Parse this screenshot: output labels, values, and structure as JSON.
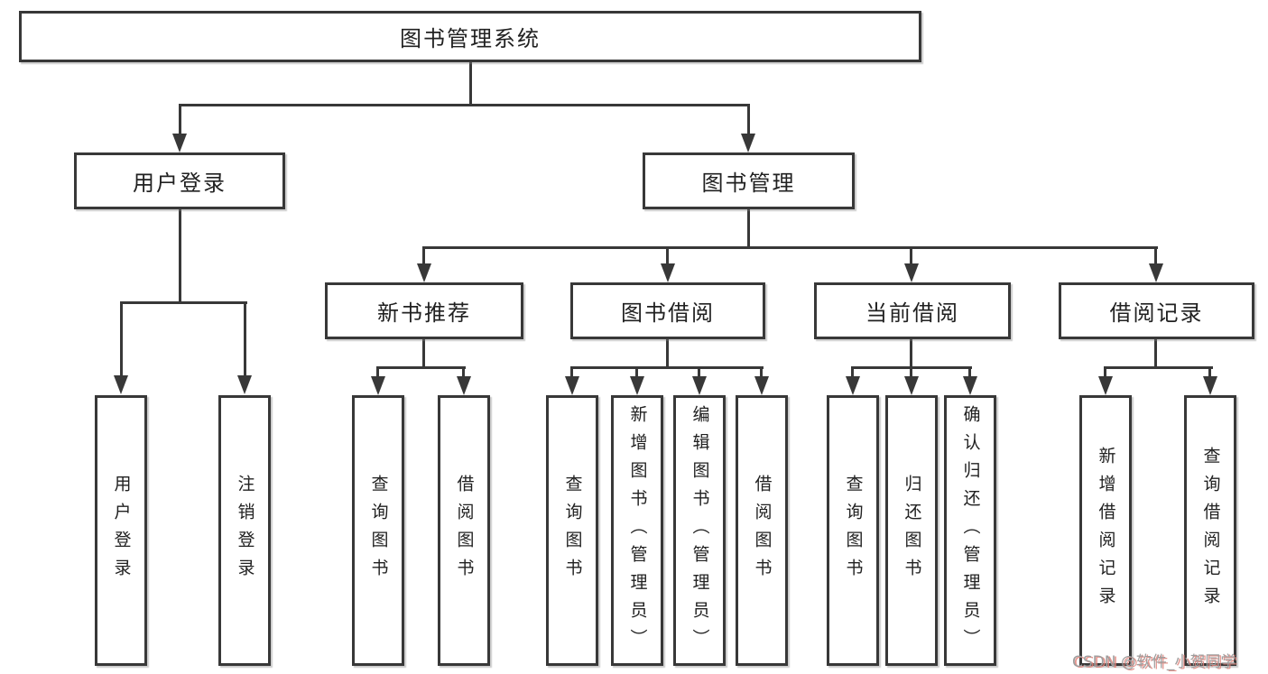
{
  "root": {
    "label": "图书管理系统"
  },
  "level2": {
    "user_login": {
      "label": "用户登录"
    },
    "book_management": {
      "label": "图书管理"
    }
  },
  "level3": {
    "new_book_recommend": {
      "label": "新书推荐"
    },
    "book_borrow": {
      "label": "图书借阅"
    },
    "current_borrow": {
      "label": "当前借阅"
    },
    "borrow_record": {
      "label": "借阅记录"
    }
  },
  "leaves": {
    "user_login": {
      "label": "用户登录"
    },
    "logout": {
      "label": "注销登录"
    },
    "recommend_query_book": {
      "label": "查询图书"
    },
    "recommend_borrow_book": {
      "label": "借阅图书"
    },
    "borrow_query_book": {
      "label": "查询图书"
    },
    "borrow_add_book": {
      "label": "新增图书（管理员）"
    },
    "borrow_edit_book": {
      "label": "编辑图书（管理员）"
    },
    "borrow_borrow_book": {
      "label": "借阅图书"
    },
    "current_query_book": {
      "label": "查询图书"
    },
    "current_return_book": {
      "label": "归还图书"
    },
    "current_confirm_return": {
      "label": "确认归还（管理员）"
    },
    "record_add": {
      "label": "新增借阅记录"
    },
    "record_query": {
      "label": "查询借阅记录"
    }
  },
  "watermark": {
    "text": "CSDN @软件_小贺同学"
  },
  "colors": {
    "line": "#383838",
    "box_border": "#383838",
    "box_background": "#ffffff",
    "text": "#212121",
    "page_background": "#ffffff",
    "watermark_text": "#9e9e9e",
    "watermark_shadow": "#e0837a"
  }
}
